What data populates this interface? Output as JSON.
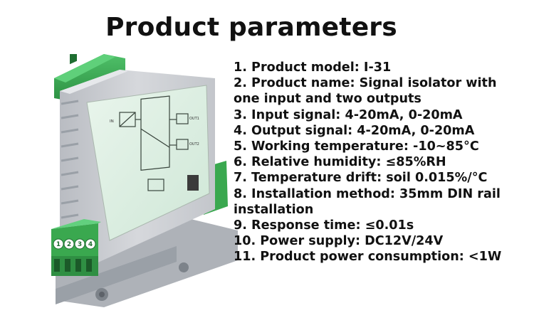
{
  "title": "Product parameters",
  "device": {
    "terminal_numbers": [
      "1",
      "2",
      "3",
      "4"
    ],
    "label_in": "IN",
    "label_out1": "OUT1",
    "label_out2": "OUT2",
    "colors": {
      "terminal_green": "#3aa84f",
      "body_grey": "#c8cbd0",
      "panel_mint": "#dceee2"
    }
  },
  "params": [
    "1. Product model: I-31",
    "2. Product name: Signal isolator with one input and two outputs",
    "3. Input signal: 4-20mA, 0-20mA",
    "4. Output signal: 4-20mA, 0-20mA",
    "5. Working temperature: -10~85°C",
    "6. Relative humidity: ≤85%RH",
    "7. Temperature drift: soil 0.015%/°C",
    "8. Installation method: 35mm DIN rail installation",
    "9. Response time: ≤0.01s",
    "10. Power supply: DC12V/24V",
    "11. Product power consumption: <1W"
  ]
}
